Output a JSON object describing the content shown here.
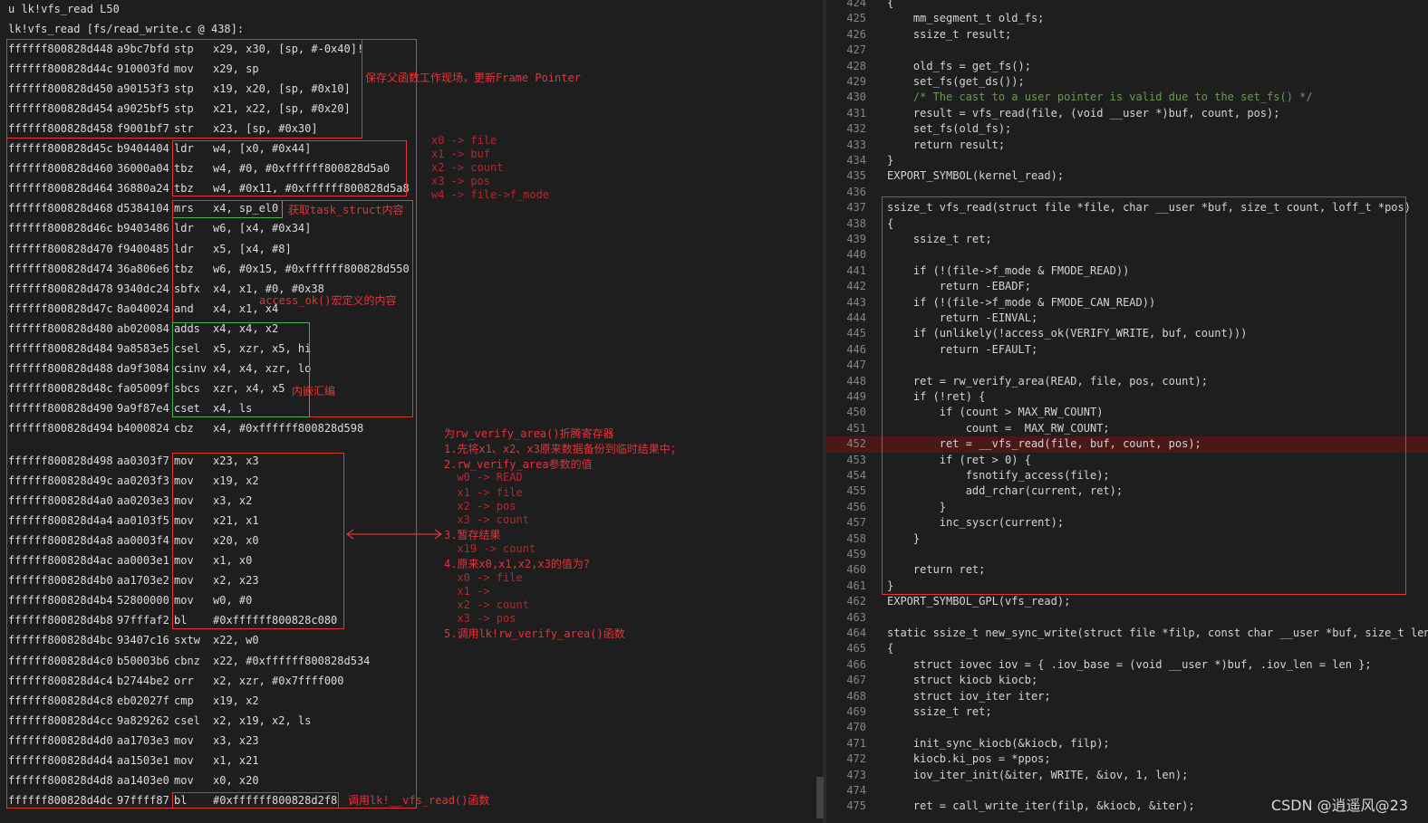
{
  "left": {
    "cmd": "u lk!vfs_read L50",
    "func_header": "lk!vfs_read [fs/read_write.c @ 438]:",
    "rows": [
      {
        "addr": "ffffff800828d448",
        "op": "a9bc7bfd",
        "mn": "stp",
        "args": "x29, x30, [sp, #-0x40]!"
      },
      {
        "addr": "ffffff800828d44c",
        "op": "910003fd",
        "mn": "mov",
        "args": "x29, sp"
      },
      {
        "addr": "ffffff800828d450",
        "op": "a90153f3",
        "mn": "stp",
        "args": "x19, x20, [sp, #0x10]"
      },
      {
        "addr": "ffffff800828d454",
        "op": "a9025bf5",
        "mn": "stp",
        "args": "x21, x22, [sp, #0x20]"
      },
      {
        "addr": "ffffff800828d458",
        "op": "f9001bf7",
        "mn": "str",
        "args": "x23, [sp, #0x30]"
      },
      {
        "addr": "ffffff800828d45c",
        "op": "b9404404",
        "mn": "ldr",
        "args": "w4, [x0, #0x44]"
      },
      {
        "addr": "ffffff800828d460",
        "op": "36000a04",
        "mn": "tbz",
        "args": "w4, #0, #0xffffff800828d5a0"
      },
      {
        "addr": "ffffff800828d464",
        "op": "36880a24",
        "mn": "tbz",
        "args": "w4, #0x11, #0xffffff800828d5a8"
      },
      {
        "addr": "ffffff800828d468",
        "op": "d5384104",
        "mn": "mrs",
        "args": "x4, sp_el0"
      },
      {
        "addr": "ffffff800828d46c",
        "op": "b9403486",
        "mn": "ldr",
        "args": "w6, [x4, #0x34]"
      },
      {
        "addr": "ffffff800828d470",
        "op": "f9400485",
        "mn": "ldr",
        "args": "x5, [x4, #8]"
      },
      {
        "addr": "ffffff800828d474",
        "op": "36a806e6",
        "mn": "tbz",
        "args": "w6, #0x15, #0xffffff800828d550"
      },
      {
        "addr": "ffffff800828d478",
        "op": "9340dc24",
        "mn": "sbfx",
        "args": "x4, x1, #0, #0x38"
      },
      {
        "addr": "ffffff800828d47c",
        "op": "8a040024",
        "mn": "and",
        "args": "x4, x1, x4"
      },
      {
        "addr": "ffffff800828d480",
        "op": "ab020084",
        "mn": "adds",
        "args": "x4, x4, x2"
      },
      {
        "addr": "ffffff800828d484",
        "op": "9a8583e5",
        "mn": "csel",
        "args": "x5, xzr, x5, hi"
      },
      {
        "addr": "ffffff800828d488",
        "op": "da9f3084",
        "mn": "csinv",
        "args": "x4, x4, xzr, lo"
      },
      {
        "addr": "ffffff800828d48c",
        "op": "fa05009f",
        "mn": "sbcs",
        "args": "xzr, x4, x5"
      },
      {
        "addr": "ffffff800828d490",
        "op": "9a9f87e4",
        "mn": "cset",
        "args": "x4, ls"
      },
      {
        "addr": "ffffff800828d494",
        "op": "b4000824",
        "mn": "cbz",
        "args": "x4, #0xffffff800828d598"
      },
      {
        "addr": "ffffff800828d498",
        "op": "aa0303f7",
        "mn": "mov",
        "args": "x23, x3"
      },
      {
        "addr": "ffffff800828d49c",
        "op": "aa0203f3",
        "mn": "mov",
        "args": "x19, x2"
      },
      {
        "addr": "ffffff800828d4a0",
        "op": "aa0203e3",
        "mn": "mov",
        "args": "x3, x2"
      },
      {
        "addr": "ffffff800828d4a4",
        "op": "aa0103f5",
        "mn": "mov",
        "args": "x21, x1"
      },
      {
        "addr": "ffffff800828d4a8",
        "op": "aa0003f4",
        "mn": "mov",
        "args": "x20, x0"
      },
      {
        "addr": "ffffff800828d4ac",
        "op": "aa0003e1",
        "mn": "mov",
        "args": "x1, x0"
      },
      {
        "addr": "ffffff800828d4b0",
        "op": "aa1703e2",
        "mn": "mov",
        "args": "x2, x23"
      },
      {
        "addr": "ffffff800828d4b4",
        "op": "52800000",
        "mn": "mov",
        "args": "w0, #0"
      },
      {
        "addr": "ffffff800828d4b8",
        "op": "97fffaf2",
        "mn": "bl",
        "args": "#0xffffff800828c080"
      },
      {
        "addr": "ffffff800828d4bc",
        "op": "93407c16",
        "mn": "sxtw",
        "args": "x22, w0"
      },
      {
        "addr": "ffffff800828d4c0",
        "op": "b50003b6",
        "mn": "cbnz",
        "args": "x22, #0xffffff800828d534"
      },
      {
        "addr": "ffffff800828d4c4",
        "op": "b2744be2",
        "mn": "orr",
        "args": "x2, xzr, #0x7ffff000"
      },
      {
        "addr": "ffffff800828d4c8",
        "op": "eb02027f",
        "mn": "cmp",
        "args": "x19, x2"
      },
      {
        "addr": "ffffff800828d4cc",
        "op": "9a829262",
        "mn": "csel",
        "args": "x2, x19, x2, ls"
      },
      {
        "addr": "ffffff800828d4d0",
        "op": "aa1703e3",
        "mn": "mov",
        "args": "x3, x23"
      },
      {
        "addr": "ffffff800828d4d4",
        "op": "aa1503e1",
        "mn": "mov",
        "args": "x1, x21"
      },
      {
        "addr": "ffffff800828d4d8",
        "op": "aa1403e0",
        "mn": "mov",
        "args": "x0, x20"
      },
      {
        "addr": "ffffff800828d4dc",
        "op": "97ffff87",
        "mn": "bl",
        "args": "#0xffffff800828d2f8"
      }
    ],
    "notes": {
      "save_frame": "保存父函数工作现场，更新Frame Pointer",
      "reg_map": [
        "x0 -> file",
        "x1 -> buf",
        "x2 -> count",
        "x3 -> pos",
        "w4 -> file->f_mode"
      ],
      "task_struct": "获取task_struct内容",
      "access_ok": "access_ok()宏定义的内容",
      "inline_asm": "内嵌汇编",
      "rw_title": "为rw_verify_area()折腾寄存器",
      "rw_lines": [
        "1.先将x1、x2、x3原来数据备份到临时结果中；",
        "2.rw_verify_area参数的值",
        "  w0 -> READ",
        "  x1 -> file",
        "  x2 -> pos",
        "  x3 -> count",
        "3.暂存结果",
        "  x19 -> count",
        "4.原来x0,x1,x2,x3的值为?",
        "  x0 -> file",
        "  x1 ->",
        "  x2 -> count",
        "  x3 -> pos",
        "5.调用lk!rw_verify_area()函数"
      ],
      "call_vfs": "调用lk!__vfs_read()函数"
    }
  },
  "right": {
    "lines": [
      {
        "n": "424",
        "t": "{"
      },
      {
        "n": "425",
        "t": "    mm_segment_t old_fs;"
      },
      {
        "n": "426",
        "t": "    ssize_t result;"
      },
      {
        "n": "427",
        "t": ""
      },
      {
        "n": "428",
        "t": "    old_fs = get_fs();"
      },
      {
        "n": "429",
        "t": "    set_fs(get_ds());"
      },
      {
        "n": "430",
        "t": "    /* The cast to a user pointer is valid due to the set_fs() */"
      },
      {
        "n": "431",
        "t": "    result = vfs_read(file, (void __user *)buf, count, pos);"
      },
      {
        "n": "432",
        "t": "    set_fs(old_fs);"
      },
      {
        "n": "433",
        "t": "    return result;"
      },
      {
        "n": "434",
        "t": "}"
      },
      {
        "n": "435",
        "t": "EXPORT_SYMBOL(kernel_read);"
      },
      {
        "n": "436",
        "t": ""
      },
      {
        "n": "437",
        "t": "ssize_t vfs_read(struct file *file, char __user *buf, size_t count, loff_t *pos)"
      },
      {
        "n": "438",
        "t": "{"
      },
      {
        "n": "439",
        "t": "    ssize_t ret;"
      },
      {
        "n": "440",
        "t": ""
      },
      {
        "n": "441",
        "t": "    if (!(file->f_mode & FMODE_READ))"
      },
      {
        "n": "442",
        "t": "        return -EBADF;"
      },
      {
        "n": "443",
        "t": "    if (!(file->f_mode & FMODE_CAN_READ))"
      },
      {
        "n": "444",
        "t": "        return -EINVAL;"
      },
      {
        "n": "445",
        "t": "    if (unlikely(!access_ok(VERIFY_WRITE, buf, count)))"
      },
      {
        "n": "446",
        "t": "        return -EFAULT;"
      },
      {
        "n": "447",
        "t": ""
      },
      {
        "n": "448",
        "t": "    ret = rw_verify_area(READ, file, pos, count);"
      },
      {
        "n": "449",
        "t": "    if (!ret) {"
      },
      {
        "n": "450",
        "t": "        if (count > MAX_RW_COUNT)"
      },
      {
        "n": "451",
        "t": "            count =  MAX_RW_COUNT;"
      },
      {
        "n": "452",
        "t": "        ret = __vfs_read(file, buf, count, pos);"
      },
      {
        "n": "453",
        "t": "        if (ret > 0) {"
      },
      {
        "n": "454",
        "t": "            fsnotify_access(file);"
      },
      {
        "n": "455",
        "t": "            add_rchar(current, ret);"
      },
      {
        "n": "456",
        "t": "        }"
      },
      {
        "n": "457",
        "t": "        inc_syscr(current);"
      },
      {
        "n": "458",
        "t": "    }"
      },
      {
        "n": "459",
        "t": ""
      },
      {
        "n": "460",
        "t": "    return ret;"
      },
      {
        "n": "461",
        "t": "}"
      },
      {
        "n": "462",
        "t": "EXPORT_SYMBOL_GPL(vfs_read);"
      },
      {
        "n": "463",
        "t": ""
      },
      {
        "n": "464",
        "t": "static ssize_t new_sync_write(struct file *filp, const char __user *buf, size_t len"
      },
      {
        "n": "465",
        "t": "{"
      },
      {
        "n": "466",
        "t": "    struct iovec iov = { .iov_base = (void __user *)buf, .iov_len = len };"
      },
      {
        "n": "467",
        "t": "    struct kiocb kiocb;"
      },
      {
        "n": "468",
        "t": "    struct iov_iter iter;"
      },
      {
        "n": "469",
        "t": "    ssize_t ret;"
      },
      {
        "n": "470",
        "t": ""
      },
      {
        "n": "471",
        "t": "    init_sync_kiocb(&kiocb, filp);"
      },
      {
        "n": "472",
        "t": "    kiocb.ki_pos = *ppos;"
      },
      {
        "n": "473",
        "t": "    iov_iter_init(&iter, WRITE, &iov, 1, len);"
      },
      {
        "n": "474",
        "t": ""
      },
      {
        "n": "475",
        "t": "    ret = call_write_iter(filp, &kiocb, &iter);"
      }
    ],
    "highlight_line": "452"
  },
  "watermark": "CSDN @逍遥风@23",
  "colors": {
    "background": "#1e1e1e",
    "annotation_red": "#e0353a",
    "box_green": "#4caf50",
    "keyword": "#569cd6",
    "type": "#4ec9b0",
    "comment": "#6a9955",
    "breakpoint_line": "#4b1818"
  }
}
